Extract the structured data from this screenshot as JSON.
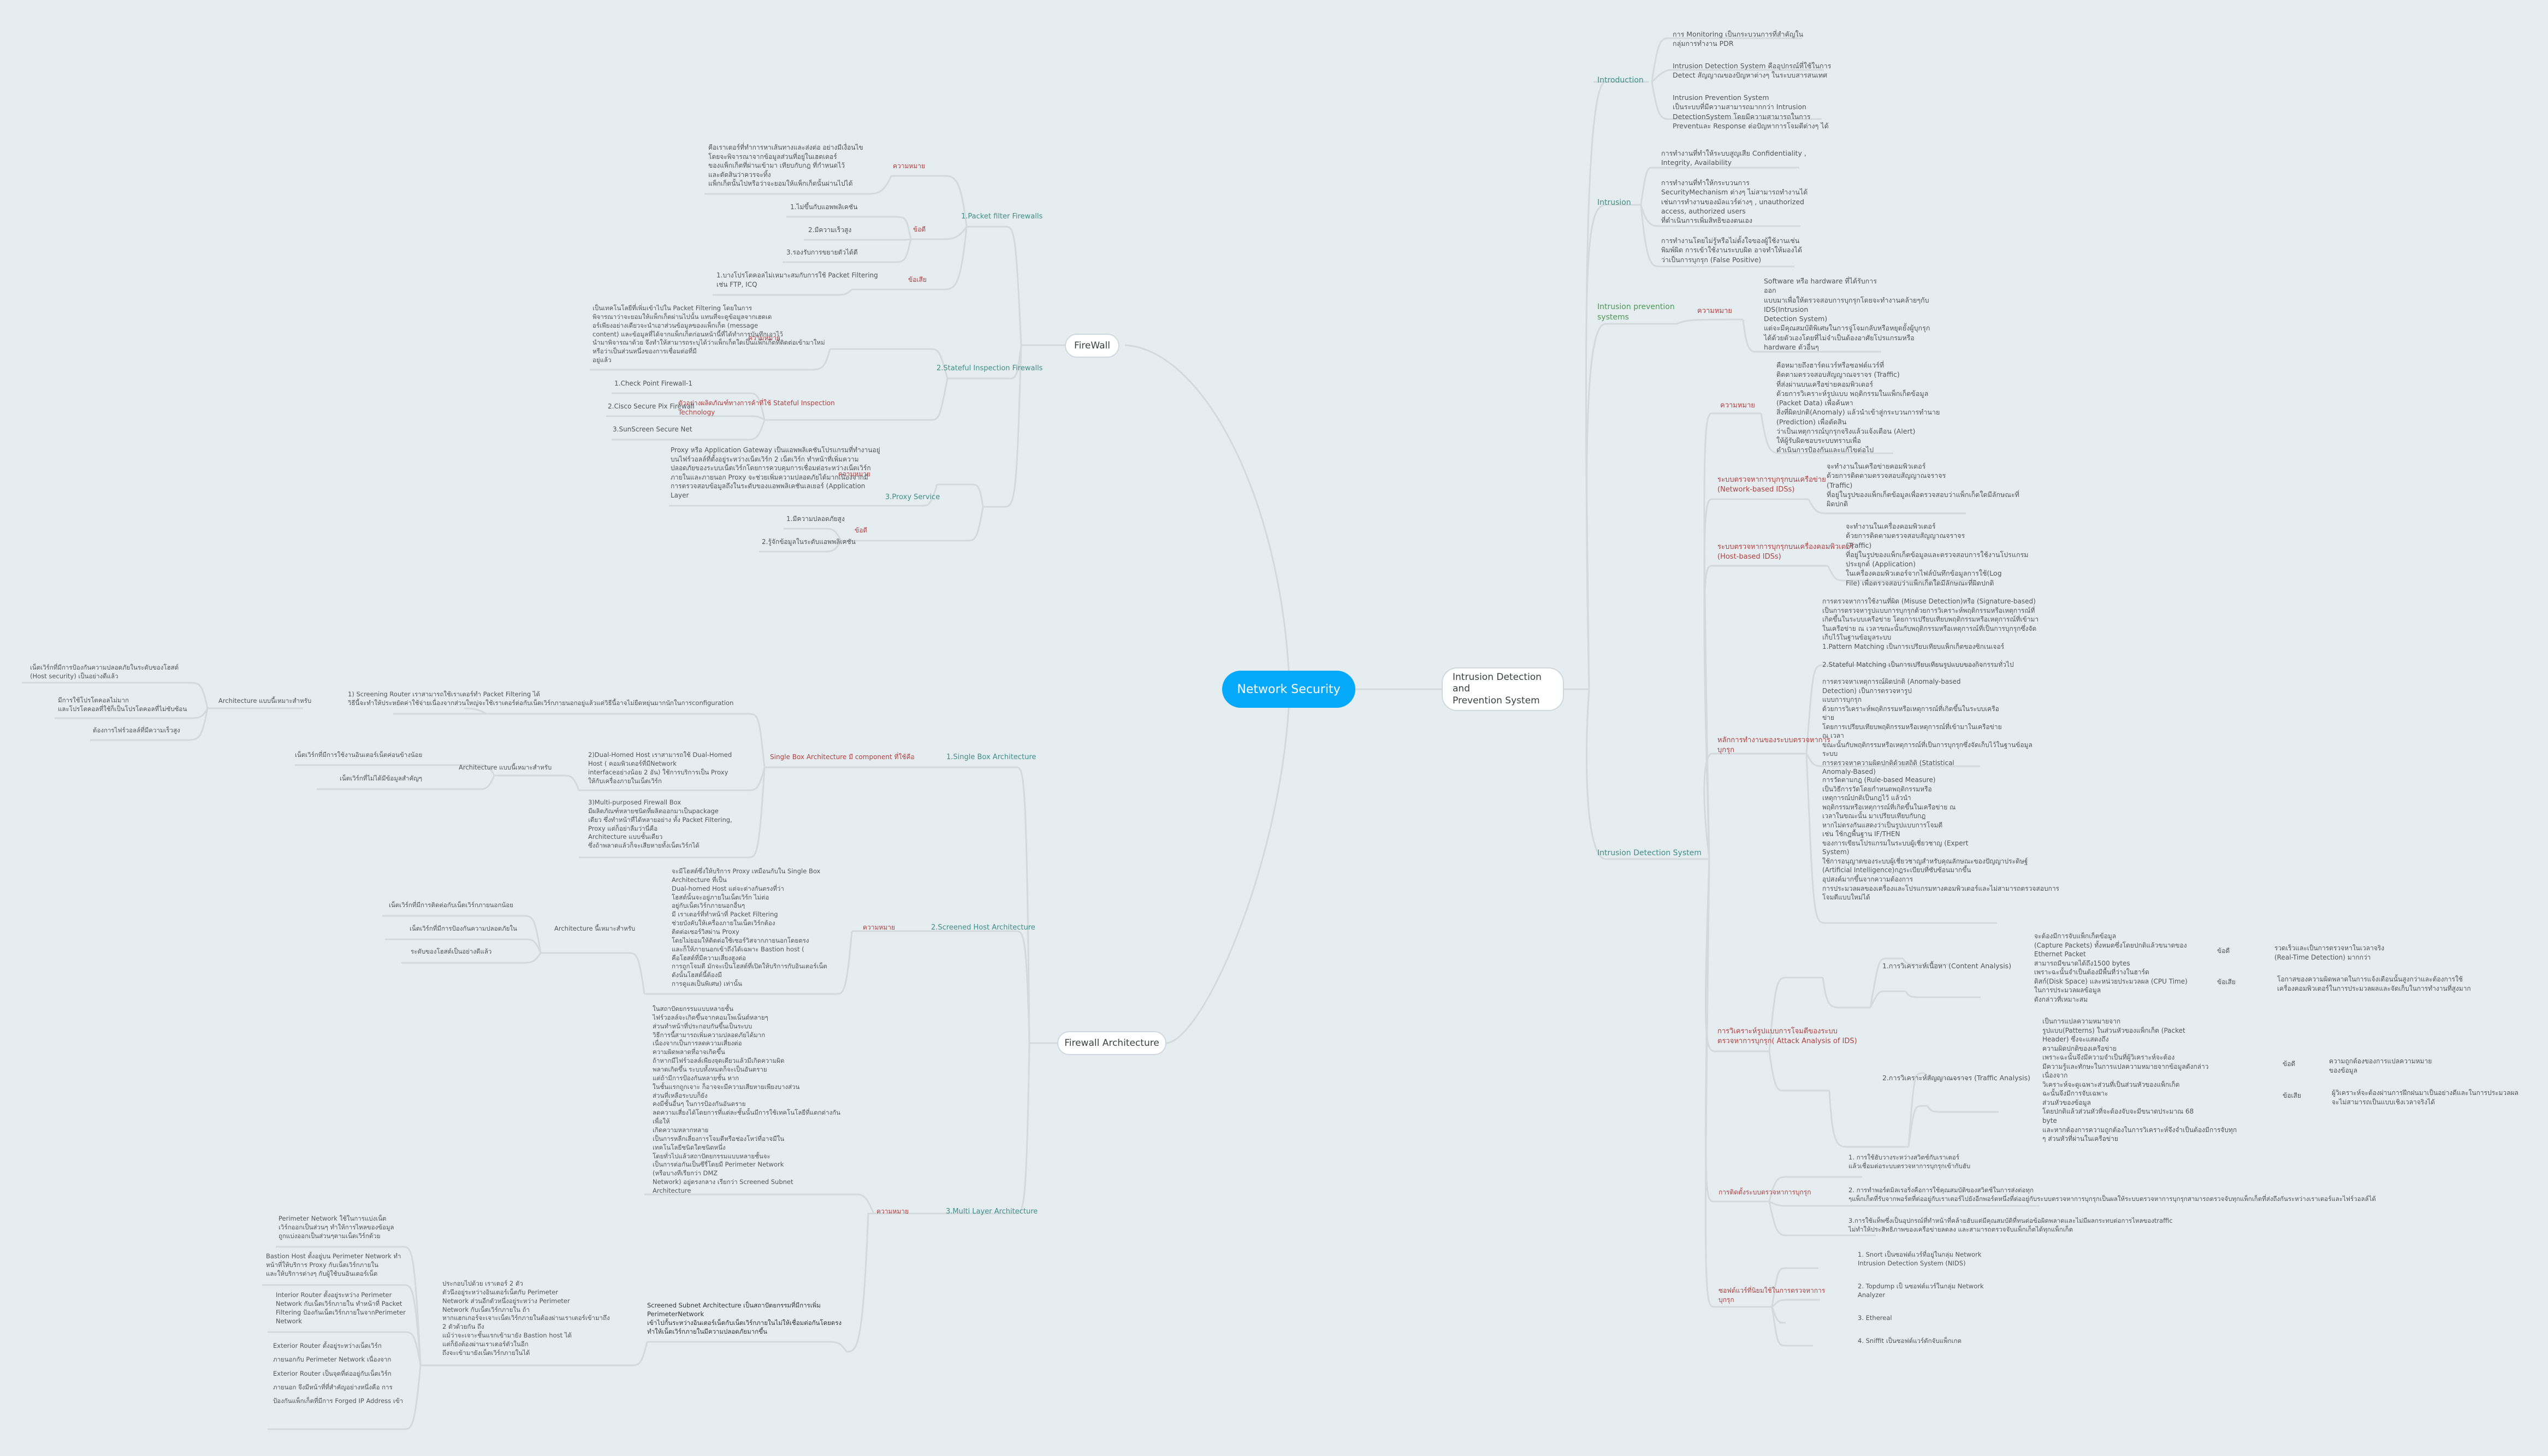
{
  "colors": {
    "background": "#e6edf0",
    "root": "#05a9fb",
    "category": "#3f8d87",
    "label": "#b0403f",
    "line": "#d3dadd"
  },
  "root": {
    "label": "Network Security"
  },
  "right": {
    "title": "Intrusion Detection and\nPrevention System",
    "introduction": {
      "label": "Introduction",
      "items": [
        "การ Monitoring เป็นกระบวนการที่สำคัญใน\nกลุ่มการทำงาน PDR",
        "Intrusion Detection System คืออุปกรณ์ที่ใช้ในการ\nDetect สัญญาณของปัญหาต่างๆ ในระบบสารสนเทศ",
        "Intrusion Prevention System\nเป็นระบบที่มีความสามารถมากกว่า Intrusion\nDetectionSystem โดยมีความสามารถในการ\nPreventและ Response ต่อปัญหาการโจมตีต่างๆ ได้"
      ]
    },
    "intrusion": {
      "label": "Intrusion",
      "items": [
        "การทำงานที่ทำให้ระบบสูญเสีย Confidentiality ,\nIntegrity, Availability",
        "การทำงานที่ทำให้กระบวนการ\nSecurityMechanism ต่างๆ ไม่สามารถทำงานได้\nเช่นการทำงานของมัลแวร์ต่างๆ , unauthorized\naccess, authorized users\nที่ดำเนินการเพิ่มสิทธิของตนเอง",
        "การทำงานโดยไม่รู้หรือไม่ตั้งใจของผู้ใช้งานเช่น\nพิมพ์ผิด การเข้าใช้งานระบบผิด อาจทำให้มองได้\nว่าเป็นการบุกรุก (False Positive)"
      ]
    },
    "ips": {
      "label": "Intrusion prevention\nsystems",
      "meaning_label": "ความหมาย",
      "meaning": "Software หรือ hardware ที่ได้รับการ\nออก\nแบบมาเพื่อให้ตรวจสอบการบุกรุกโดยจะทำงานคล้ายๆกับ\nIDS(Intrusion\nDetection System)\nแต่จะมีคุณสมบัติพิเศษในการจู่โจมกลับหรือหยุดยั้งผู้บุกรุก\nได้ด้วยตัวเองโดยที่ไม่จำเป็นต้องอาศัยโปรแกรมหรือ\nhardware ตัวอื่นๆ"
    },
    "ids": {
      "label": "Intrusion Detection System",
      "meaning_label": "ความหมาย",
      "meaning": "คือหมายถึงฮาร์ดแวร์หรือซอฟต์แวร์ที่\nติดตามตรวจสอบสัญญาณจราจร (Traffic)\nที่ส่งผ่านบนเครือข่ายคอมพิวเตอร์\nด้วยการวิเคราะห์รูปแบบ พฤติกรรมในแพ็กเก็ตข้อมูล\n(Packet Data) เพื่อค้นหา\nสิ่งที่ผิดปกติ(Anomaly) แล้วนำเข้าสู่กระบวนการทำนาย\n(Prediction) เพื่อตัดสิน\nว่าเป็นเหตุการณ์บุกรุกจริงแล้วแจ้งเตือน (Alert)\nให้ผู้รับผิดชอบระบบทราบเพื่อ\nดำเนินการป้องกันและแก้ไขต่อไป",
      "nids_label": "ระบบตรวจหาการบุกรุกบนเครือข่าย\n(Network-based IDSs)",
      "nids": "จะทำงานในเครือข่ายคอมพิวเตอร์\nด้วยการติดตามตรวจสอบสัญญาณจราจร\n(Traffic)\nที่อยู่ในรูปของแพ็กเก็ตข้อมูลเพื่อตรวจสอบว่าแพ็กเก็ตใดมีลักษณะที่\nผิดปกติ",
      "hids_label": "ระบบตรวจหาการบุกรุกบนเครื่องคอมพิวเตอร์\n(Host-based IDSs)",
      "hids": "จะทำงานในเครื่องคอมพิวเตอร์\nด้วยการติดตามตรวจสอบสัญญาณจราจร\n(Traffic)\nที่อยู่ในรูปของแพ็กเก็ตข้อมูลและตรวจสอบการใช้งานโปรแกรม\nประยุกต์ (Application)\nในเครื่องคอมพิวเตอร์จากไฟล์บันทึกข้อมูลการใช้(Log\nFile) เพื่อตรวจสอบว่าแพ็กเก็ตใดมีลักษณะที่ผิดปกติ",
      "principle_label": "หลักการทำงานของระบบตรวจหาการ\nบุกรุก",
      "principles": [
        "การตรวจหาการใช้งานที่ผิด (Misuse Detection)หรือ (Signature-based)\nเป็นการตรวจหารูปแบบการบุกรุกด้วยการวิเคราะห์พฤติกรรมหรือเหตุการณ์ที่\nเกิดขึ้นในระบบเครือข่าย โดยการเปรียบเทียบพฤติกรรมหรือเหตุการณ์ที่เข้ามา\nในเครือข่าย ณ เวลาขณะนั้นกับพฤติกรรมหรือเหตุการณ์ที่เป็นการบุกรุกซึ่งจัด\nเก็บไว้ในฐานข้อมูลระบบ\n1.Pattern Matching เป็นการเปรียบเทียบแพ็กเก็ตของซิกเนเจอร์\n\n2.Stateful Matching เป็นการเปรียบเทียนรูปแบบของกิจกรรมทั่วไป",
        "การตรวจหาเหตุการณ์ผิดปกติ (Anomaly-based\nDetection) เป็นการตรวจหารูป\nแบบการบุกรุก\nด้วยการวิเคราะห์พฤติกรรมหรือเหตุการณ์ที่เกิดขึ้นในระบบเครือ\nข่าย\nโดยการเปรียบเทียบพฤติกรรมหรือเหตุการณ์ที่เข้ามาในเครือข่าย\nณ เวลา\nขณะนั้นกับพฤติกรรมหรือเหตุการณ์ที่เป็นการบุกรุกซึ่งจัดเก็บไว้ในฐานข้อมูล\nระบบ\nการตรวจหาความผิดปกติด้วยสถิติ (Statistical\nAnomaly-Based)",
        "การวัดตามกฎ (Rule-based Measure)\nเป็นวิธีการวัดโดยกำหนดพฤติกรรมหรือ\nเหตุการณ์ปกติเป็นกฎไว้ แล้วนำ\nพฤติกรรมหรือเหตุการณ์ที่เกิดขึ้นในเครือข่าย ณ\nเวลาในขณะนั้น มาเปรียบเทียบกับกฎ\nหากไม่ตรงกันแสดงว่าเป็นรูปแบบการโจมตี\nเช่น ใช้กฎพื้นฐาน IF/THEN\nของการเขียนโปรแกรมในระบบผู้เชี่ยวชาญ (Expert\nSystem)\nใช้การอนุญาตของระบบผู้เชี่ยวชาญสำหรับคุณลักษณะของปัญญาประดิษฐ์\n(Artificial Intelligence)กฎระเบียบที่ซับซ้อนมากขึ้น\nอุปสงค์มากขึ้นจากความต้องการ\nการประมวลผลของเครื่องและโปรแกรมทางคอมพิวเตอร์และไม่สามารถตรวจสอบการ\nโจมตีแบบใหม่ได้"
      ],
      "attack_label": "การวิเคราะห์รูปแบบการโจมตีของระบบ\nตรวจหาการบุกรุก( Attack Analysis of IDS)",
      "content_label": "1.การวิเคราะห์เนื้อหา (Content Analysis)",
      "content": "จะต้องมีการจับแพ็กเก็ตข้อมูล\n(Capture Packets) ทั้งหมดซึ่งโดยปกติแล้วขนาดของ\nEthernet Packet\nสามารถมีขนาดได้ถึง1500 bytes\nเพราะฉะนั้นจำเป็นต้องมีพื้นที่ว่างในฮาร์ด\nดิสก์(Disk Space) และหน่วยประมวลผล (CPU Time)\nในการประมวลผลข้อมูล\nดังกล่าวที่เหมาะสม",
      "content_pro_label": "ข้อดี",
      "content_pro": "รวดเร็วและเป็นการตรวจหาในเวลาจริง\n(Real-Time Detection) มากกว่า",
      "content_con_label": "ข้อเสีย",
      "content_con": "โอกาสของความผิดพลาดในการแจ้งเตือนนั้นสูงกว่าและต้องการใช้\nเครื่องคอมพิวเตอร์ในการประมวลผลและจัดเก็บในการทำงานที่สูงมาก",
      "traffic_label": "2.การวิเคราะห์สัญญาณจราจร (Traffic Analysis)",
      "traffic": "เป็นการแปลความหมายจาก\nรูปแบบ(Patterns) ในส่วนหัวของแพ็กเก็ต (Packet\nHeader) ซึ่งจะแสดงถึง\nความผิดปกติของเครือข่าย\nเพราะฉะนั้นจึงมีความจำเป็นที่ผู้วิเคราะห์จะต้อง\nมีความรู้และทักษะในการแปลความหมายจากข้อมูลดังกล่าว\nเนื่องจาก\nวิเคราะห์จะดูเฉพาะส่วนที่เป็นส่วนหัวของแพ็กเก็ต\nฉะนั้นจึงมีการจับเฉพาะ\nส่วนหัวของข้อมูล\nโดยปกติแล้วส่วนหัวที่จะต้องจับจะมีขนาดประมาณ 68\nbyte\nและหากต้องการความถูกต้องในการวิเคราะห์จึงจำเป็นต้องมีการจับทุก\nๆ ส่วนหัวที่ผ่านในเครือข่าย",
      "traffic_pro_label": "ข้อดี",
      "traffic_pro": "ความถูกต้องของการแปลความหมาย\nของข้อมูล",
      "traffic_con_label": "ข้อเสีย",
      "traffic_con": "ผู้วิเคราะห์จะต้องผ่านการฝึกฝนมาเป็นอย่างดีและในการประมวลผล\nจะไม่สามารถเป็นแบบเชิงเวลาจริงได้",
      "install_label": "การติดตั้งระบบตรวจหาการบุกรุก",
      "install": [
        "1. การใช้ฮับวางระหว่างสวิตช์กับเราเตอร์\nแล้วเชื่อมต่อระบบตรวจหาการบุกรุกเข้ากับฮับ",
        "2. การทำพอร์ตมิลเรอริ่งคือการใช้คุณสมบัติของสวิตช์ในการส่งต่อทุก\nๆแพ็กเก็ตที่รับจากพอร์ตที่ต่ออยู่กับเราเตอร์ไปยังอีกพอร์ตหนึ่งที่ต่ออยู่กับระบบตรวจหาการบุกรุกเป็นผลให้ระบบตรวจหาการบุกรุกสามารถตรวจจับทุกแพ็กเก็ตที่ส่งถึงกันระหว่างเราเตอร์และไฟร์วอลล์ได้",
        "3.การใช้แท็พซึ่งเป็นอุปกรณ์ที่ทำหน้าที่คล้ายฮับแต่มีคุณสมบัติที่ทนต่อข้อผิดพลาดและไม่มีผลกระทบต่อการไหลของtraffic\nไม่ทำให้ประสิทธิภาพของเครือข่ายลดลง และสามารถตรวจจับแพ็กเก็ตได้ทุกแพ็กเก็ต"
      ],
      "software_label": "ซอฟต์แวร์ที่นิยมใช้ในการตรวจหาการ\nบุกรุก",
      "software": [
        "1. Snort เป็นซอฟต์แวร์ที่อยู่ในกลุ่ม Network\nIntrusion Detection System (NIDS)",
        "2. Topdump เป็ นซอฟต์แวร์ในกลุ่ม Network\nAnalyzer",
        "3. Ethereal",
        "4. Sniffit เป็นซอฟต์แวร์ดักจับแพ็กเกต"
      ]
    }
  },
  "firewall": {
    "title": "FireWall",
    "packet_filter": {
      "label": "1.Packet filter Firewalls",
      "meaning_label": "ความหมาย",
      "meaning": "คือเราเตอร์ที่ทำการหาเส้นทางและส่งต่อ อย่างมีเงื่อนไข\nโดยจะพิจารณาจากข้อมูลส่วนที่อยู่ในเฮดเดอร์\nของแพ็กเก็ตที่ผ่านเข้ามา เทียบกับกฎ ที่กำหนดไว้\nและตัดสินว่าควรจะทิ้ง\nแพ็กเก็ตนั้นไปหรือว่าจะยอมให้แพ็กเก็ตนั้นผ่านไปได้",
      "pros_label": "ข้อดี",
      "pros": [
        "1.ไม่ขึ้นกับแอพพลิเคชัน",
        "2.มีความเร็วสูง",
        "3.รองรับการขยายตัวได้ดี"
      ],
      "cons_label": "ข้อเสีย",
      "cons": "1.บางโปรโตคอลไม่เหมาะสมกับการใช้ Packet Filtering\nเช่น FTP, ICQ"
    },
    "stateful": {
      "label": "2.Stateful Inspection Firewalls",
      "meaning_label": "ความหมาย",
      "meaning": "เป็นเทคโนโลยีที่เพิ่มเข้าไปใน Packet Filtering โดยในการ\nพิจารณาว่าจะยอมให้แพ็กเก็ตผ่านไปนั้น แทนที่จะดูข้อมูลจากเฮดเด\nอร์เพียงอย่างเดียวจะนำเอาส่วนข้อมูลของแพ็กเก็ต (message\ncontent) และข้อมูลที่ได้จากแพ็กเก็ตก่อนหน้านี้ที่ได้ทำการบันทึกเอาไว้\nนำมาพิจารณาด้วย จึงทำให้สามารถระบุได้ว่าแพ็กเก็ตใดเป็นแพ็กเก็ตที่ติดต่อเข้ามาใหม่\nหรือว่าเป็นส่วนหนึ่งของการเชื่อมต่อที่มี\nอยู่แล้ว",
      "examples_label": "ตัวอย่างผลิตภัณฑ์ทางการค้าที่ใช้ Stateful Inspection\nTechnology",
      "examples": [
        "1.Check Point Firewall-1",
        "2.Cisco Secure Pix Firewall",
        "3.SunScreen Secure Net"
      ]
    },
    "proxy": {
      "label": "3.Proxy Service",
      "meaning_label": "ความหมาย",
      "meaning": "Proxy หรือ Application Gateway เป็นแอพพลิเคชันโปรแกรมที่ทำงานอยู่\nบนไฟร์วอลล์ที่ตั้งอยู่ระหว่างเน็ตเวิร์ก 2 เน็ตเวิร์ก ทำหน้าที่เพิ่มความ\nปลอดภัยของระบบเน็ตเวิร์กโดยการควบคุมการเชื่อมต่อระหว่างเน็ตเวิร์ก\nภายในและภายนอก Proxy จะช่วยเพิ่มความปลอดภัยได้มากเนื่องจากมี\nการตรวจสอบข้อมูลถึงในระดับของแอพพลิเคชันเลเยอร์ (Application\nLayer",
      "pros_label": "ข้อดี",
      "pros": [
        "1.มีความปลอดภัยสูง",
        "2.รู้จักข้อมูลในระดับแอพพลิเคชัน"
      ]
    }
  },
  "architecture": {
    "title": "Firewall Architecture",
    "single": {
      "label": "1.Single Box Architecture",
      "components_label": "Single Box Architecture มี component ที่ใช้คือ",
      "screening": "1) Screening Router เราสามารถใช้เราเตอร์ทำ Packet Filtering ได้\nวิธีนี้จะทำให้ประหยัดค่าใช้จ่ายเนื่องจากส่วนใหญ่จะใช้เราเตอร์ต่อกับเน็ตเวิร์กภายนอกอยู่แล้วแต่วิธีนี้อาจไม่ยืดหยุ่นมากนักในการconfiguration",
      "screening_suit_label": "Architecture แบบนี้เหมาะสำหรับ",
      "screening_suit": [
        "เน็ตเวิร์กที่มีการป้องกันความปลอดภัยในระดับของโฮสต์\n(Host security) เป็นอย่างดีแล้ว",
        "มีการใช้โปรโตคอลไม่มาก\nและโปรโตคอลที่ใช้ก็เป็นโปรโตคอลที่ไม่ซับซ้อน",
        "ต้องการไฟร์วอลล์ที่มีความเร็วสูง"
      ],
      "dual": "2)Dual-Homed Host เราสามารถใช้ Dual-Homed\nHost ( คอมพิวเตอร์ที่มีNetwork\ninterfaceอย่างน้อย 2 อัน) ใช้การบริการเป็น Proxy\nให้กับเครื่องภายในเน็ตเวิร์ก",
      "dual_suit_label": "Architecture แบบนี้เหมาะสำหรับ",
      "dual_suit": [
        "เน็ตเวิร์กที่มีการใช้งานอินเตอร์เน็ตค่อนข้างน้อย",
        "เน็ตเวิร์กที่ไม่ได้มีข้อมูลสำคัญๆ"
      ],
      "multi": "3)Multi-purposed Firewall Box\nมีผลิตภัณฑ์หลายชนิดที่ผลิตออกมาเป็นpackage\nเดียว ซึ่งทำหน้าที่ได้หลายอย่าง ทั้ง Packet Filtering,\nProxy แต่ก็อย่าลืมว่านี่คือ\nArchitecture แบบชั้นเดียว\nซึ่งถ้าพลาดแล้วก็จะเสียหายทั้งเน็ตเวิร์กได้"
    },
    "screened_host": {
      "label": "2.Screened Host Architecture",
      "meaning_label": "ความหมาย",
      "meaning": "จะมีโฮสต์ซึ่งให้บริการ Proxy เหมือนกับใน Single Box\nArchitecture ที่เป็น\nDual-homed Host แต่จะต่างกันตรงที่ว่า\nโฮสต์นั้นจะอยู่ภายในเน็ตเวิร์ก ไม่ต่อ\nอยู่กับเน็ตเวิร์กภายนอกอื่นๆ\nมี เราเตอร์ที่ทำหน้าที่ Packet Filtering\nช่วยบังคับให้เครื่องภายในเน็ตเวิร์กต้อง\nติดต่อเซอร์วิสผ่าน Proxy\nโดยไม่ยอมให้ติดต่อใช้เซอร์วิสจากภายนอกโดยตรง\nและก็ให้ภายนอกเข้าถึงได้เฉพาะ Bastion host (\nคือโฮสต์ที่มีความเสี่ยงสูงต่อ\nการถูกโจมตี มักจะเป็นโฮสต์ที่เปิดให้บริการกับอินเตอร์เน็ต\nดังนั้นโฮสต์นี้ต้องมี\nการดูแลเป็นพิเศษ) เท่านั้น",
      "suit_label": "Architecture นี้เหมาะสำหรับ",
      "suit": [
        "เน็ตเวิร์กที่มีการติดต่อกับเน็ตเวิร์กภายนอกน้อย",
        "เน็ตเวิร์กที่มีการป้องกันความปลอดภัยใน",
        "ระดับของโฮสต์เป็นอย่างดีแล้ว"
      ]
    },
    "multi_layer": {
      "label": "3.Multi Layer Architecture",
      "meaning_label": "ความหมาย",
      "meaning": "ในสถาปัตยกรรมแบบหลายชั้น\nไฟร์วอลล์จะเกิดขึ้นจากคอมโพเน็นต์หลายๆ\nส่วนทำหน้าที่ประกอบกันขึ้นเป็นระบบ\nวิธีการนี้สามารถเพิ่มความปลอดภัยได้มาก\nเนื่องจากเป็นการลดความเสี่ยงต่อ\nความผิดพลาดที่อาจเกิดขึ้น\nถ้าหากมีไฟร์วอลล์เพียงจุดเดียวแล้วมีเกิดความผิด\nพลาดเกิดขึ้น ระบบทั้งหมดก็จะเป็นอันตราย\nแต่ถ้ามีการป้องกันหลายชั้น หาก\nในชั้นแรกถูกเจาะ ก็อาจจะมีความเสียหายเพียงบางส่วน\nส่วนที่เหลือระบบก็ยัง\nคงมีชั้นอื่นๆ ในการป้องกันอันตราย\nลดความเสี่ยงได้โดยการที่แต่ละชั้นนั้นมีการใช้เทคโนโลยีที่แตกต่างกัน\nเพื่อให้\nเกิดความหลากหลาย\nเป็นการหลีกเลี่ยงการโจมตีหรือช่องโหว่ที่อาจมีใน\nเทคโนโลยีชนิดใดชนิดหนึ่ง\nโดยทั่วไปแล้วสถาปัตยกรรมแบบหลายชั้นจะ\nเป็นการต่อกันเป็นซีรี่โดยมี Perimeter Network\n(หรือบางทีเรียกว่า DMZ\nNetwork) อยู่ตรงกลาง เรียกว่า Screened Subnet\nArchitecture",
      "screened_subnet": "Screened Subnet Architecture เป็นสถาปัตยกรรมที่มีการเพิ่ม\nPerimeterNetwork\nเข้าไปกั้นระหว่างอินเตอร์เน็ตกับเน็ตเวิร์กภายในไม่ให้เชื่อมต่อกันโดยตรง\nทำให้เน็ตเวิร์กภายในมีความปลอดภัยมากขึ้น",
      "routers": "ประกอบไปด้วย เราเตอร์ 2 ตัว\nตัวนึงอยู่ระหว่างอินเตอร์เน็ตกับ Perimeter\nNetwork ส่วนอีกตัวหนึ่งอยู่ระหว่าง Perimeter\nNetwork กับเน็ตเวิร์กภายใน ถ้า\nหากแฮกเกอร์จะเจาะเน็ตเวิร์กภายในต้องผ่านเราเตอร์เข้ามาถึง\n2 ตัวด้วยกัน ถึง\nแม้ว่าจะเจาะชั้นแรกเข้ามายัง Bastion host ได้\nแต่ก็ยังต้องผ่านเราเตอร์ตัวในอีก\nถึงจะเข้ามายังเน็ตเวิร์กภายในได้",
      "parts": [
        "Perimeter Network ใช้ในการแบ่งเน็ต\nเวิร์กออกเป็นส่วนๆ ทำให้การไหลของข้อมูล\nถูกแบ่งออกเป็นส่วนๆตามเน็ตเวิร์กด้วย",
        "Bastion Host ตั้งอยู่บน Perimeter Network ทำ\nหน้าที่ให้บริการ Proxy กับเน็ตเวิร์กภายใน\nและให้บริการต่างๆ กับผู้ใช้บนอินเตอร์เน็ต",
        "Interior Router ตั้งอยู่ระหว่าง Perimeter\nNetwork กับเน็ตเวิร์กภายใน ทำหน้าที่ Packet\nFiltering ป้องกันเน็ตเวิร์กภายในจากPerimeter\nNetwork",
        "Exterior Router ตั้งอยู่ระหว่างเน็ตเวิร์ก\n\nภายนอกกับ Perimeter Network เนื่องจาก\n\nExterior Router เป็นจุดที่ต่ออยู่กับเน็ตเวิร์ก\n\nภายนอก จึงมีหน้าที่ที่สำคัญอย่างหนึ่งคือ การ\n\nป้องกันแพ็กเก็ตที่มีการ Forged IP Address เข้า"
      ]
    }
  }
}
